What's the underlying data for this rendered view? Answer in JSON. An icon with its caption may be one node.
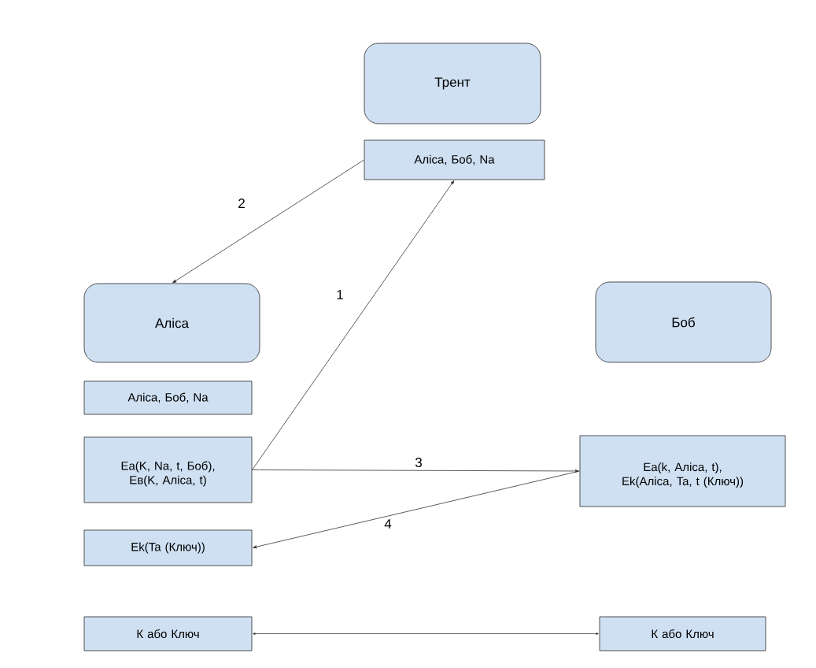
{
  "diagram": {
    "nodes": [
      {
        "text": [
          "Трент"
        ]
      },
      {
        "text": [
          "Аліса, Боб, Na"
        ]
      },
      {
        "text": [
          "Аліса"
        ]
      },
      {
        "text": [
          "Боб"
        ]
      },
      {
        "text": [
          "Аліса, Боб, Na"
        ]
      },
      {
        "text": [
          "Ea(K, Na, t, Боб), Eв(K, Аліса, t)"
        ]
      },
      {
        "text": [
          "Ea(k, Аліса, t), Ek(Аліса, Ta, t (Ключ))"
        ]
      },
      {
        "text": [
          "Ek(Ta (Ключ))"
        ]
      },
      {
        "text": [
          "К або Ключ"
        ]
      },
      {
        "text": [
          "К або Ключ"
        ]
      }
    ],
    "edges": [
      {
        "from": 5,
        "to": 1,
        "arrow": "to",
        "label": "1"
      },
      {
        "from": 1,
        "to": 2,
        "arrow": "to",
        "label": "2"
      },
      {
        "from": 5,
        "to": 6,
        "arrow": "to",
        "label": "3"
      },
      {
        "from": 6,
        "to": 7,
        "arrow": "to",
        "label": "4"
      },
      {
        "from": 8,
        "to": 9,
        "arrow": "both"
      }
    ]
  }
}
